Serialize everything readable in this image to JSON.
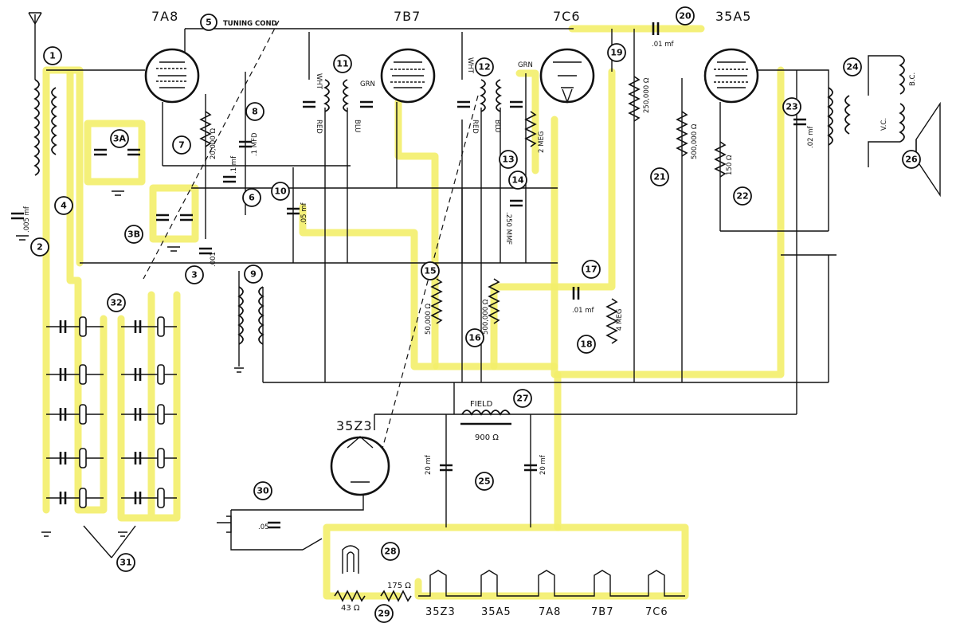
{
  "tubes": {
    "t1": "7A8",
    "t2": "7B7",
    "t3": "7C6",
    "t4": "35A5",
    "t5": "35Z3"
  },
  "heater_string": [
    "35Z3",
    "35A5",
    "7A8",
    "7B7",
    "7C6"
  ],
  "callouts": [
    "1",
    "2",
    "3",
    "3A",
    "3B",
    "4",
    "5",
    "6",
    "7",
    "8",
    "9",
    "10",
    "11",
    "12",
    "13",
    "14",
    "15",
    "16",
    "17",
    "18",
    "19",
    "20",
    "21",
    "22",
    "23",
    "24",
    "25",
    "26",
    "27",
    "28",
    "29",
    "30",
    "31",
    "32"
  ],
  "labels": {
    "tuning_cond": "TUNING COND",
    "r7": "20,000 Ω",
    "c8": ".1 MFD",
    "c6": ".1 mf",
    "c10": ".05 mf",
    "c2": ".005 mf",
    "c5": ".001",
    "wht1": "WHT",
    "grn1": "GRN",
    "red1": "RED",
    "blu1": "BLU",
    "wht2": "WHT",
    "grn2": "GRN",
    "red2": "RED",
    "blu2": "BLU",
    "r13": "2 MEG",
    "c14": ".250 MMF",
    "r15": "50,000 Ω",
    "r16": "500,000 Ω",
    "c17": ".01 mf",
    "r18": "4 MEG",
    "r19": "250,000 Ω",
    "c20": ".01 mf",
    "r21": "500,000 Ω",
    "r22": "150 Ω",
    "c23": ".02 mf",
    "vc": "V.C.",
    "bc": "B.C.",
    "field": "FIELD",
    "field_ohms": "900 Ω",
    "c25a": "20 mf",
    "c25b": "20 mf",
    "c30": ".05",
    "r_a": "175 Ω",
    "r_b": "43 Ω"
  }
}
